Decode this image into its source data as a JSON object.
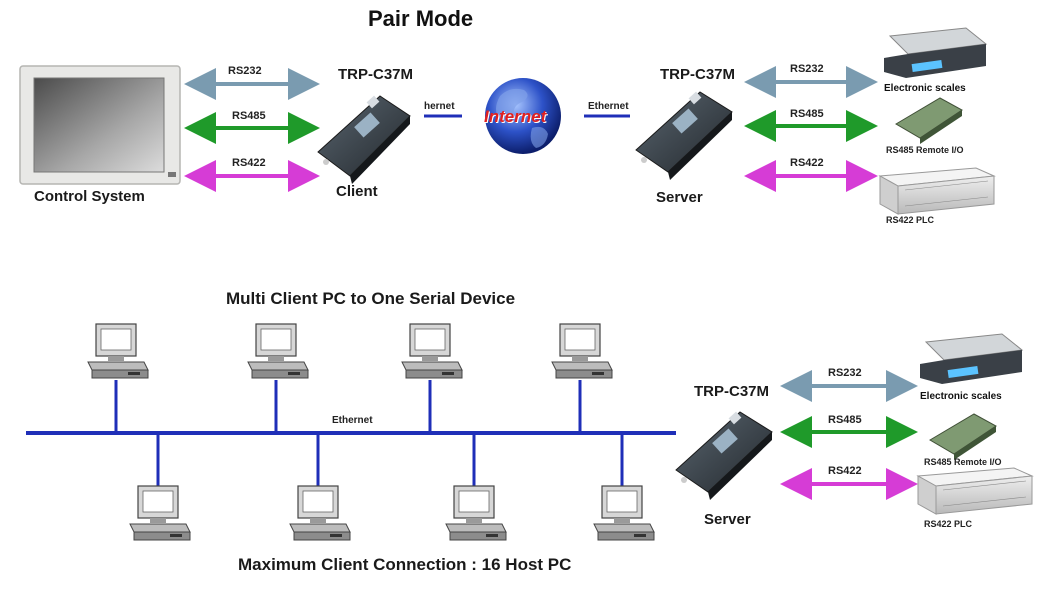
{
  "pair": {
    "title": "Pair Mode",
    "control_system": "Control System",
    "client_model": "TRP-C37M",
    "client_label": "Client",
    "server_model": "TRP-C37M",
    "server_label": "Server",
    "left_ports": [
      "RS232",
      "RS485",
      "RS422"
    ],
    "right_ports": [
      "RS232",
      "RS485",
      "RS422"
    ],
    "eth_left": "hernet",
    "eth_right": "Ethernet",
    "internet": "Internet",
    "devices": [
      "Electronic scales",
      "RS485 Remote I/O",
      "RS422 PLC"
    ]
  },
  "multi": {
    "title": "Multi Client PC to One Serial Device",
    "bus_label": "Ethernet",
    "server_model": "TRP-C37M",
    "server_label": "Server",
    "ports": [
      "RS232",
      "RS485",
      "RS422"
    ],
    "devices": [
      "Electronic scales",
      "RS485 Remote I/O",
      "RS422 PLC"
    ],
    "footer": "Maximum Client Connection : 16 Host PC"
  },
  "colors": {
    "rs232": "#7a9bb0",
    "rs485": "#1f9a2a",
    "rs422": "#d63cd6",
    "ethernet": "#1f2fb8"
  }
}
